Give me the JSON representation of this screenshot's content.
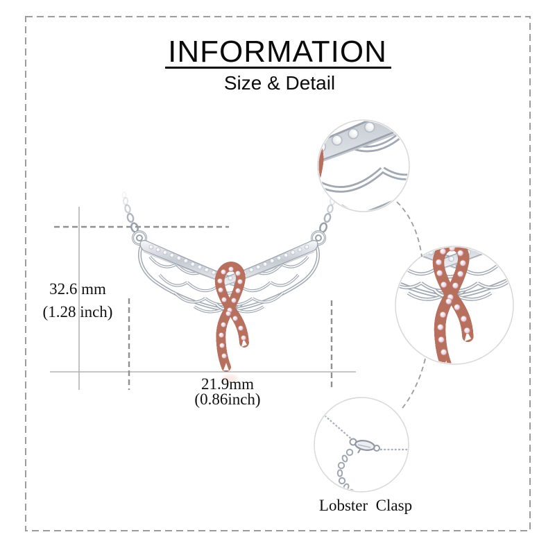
{
  "header": {
    "title": "INFORMATION",
    "subtitle": "Size & Detail"
  },
  "dimensions": {
    "height": {
      "mm": "32.6 mm",
      "inch": "(1.28 inch)"
    },
    "width": {
      "mm": "21.9mm",
      "inch": "(0.86inch)"
    }
  },
  "callouts": {
    "clasp_label": "Lobster  Clasp"
  },
  "colors": {
    "background": "#ffffff",
    "text": "#101010",
    "border_dash": "#9b9b9b",
    "measure_line": "#b3b3b3",
    "measure_dash": "#8f8f8f",
    "silver": "#c9cdd4",
    "silver_stroke": "#9aa1ab",
    "rose_gold": "#dd9c8a",
    "rose_gold_dark": "#b8705e",
    "pink_stone": "#e9d2e6",
    "clear_stone": "#e6e8ee",
    "callout_circle": "#d8d8d8"
  }
}
